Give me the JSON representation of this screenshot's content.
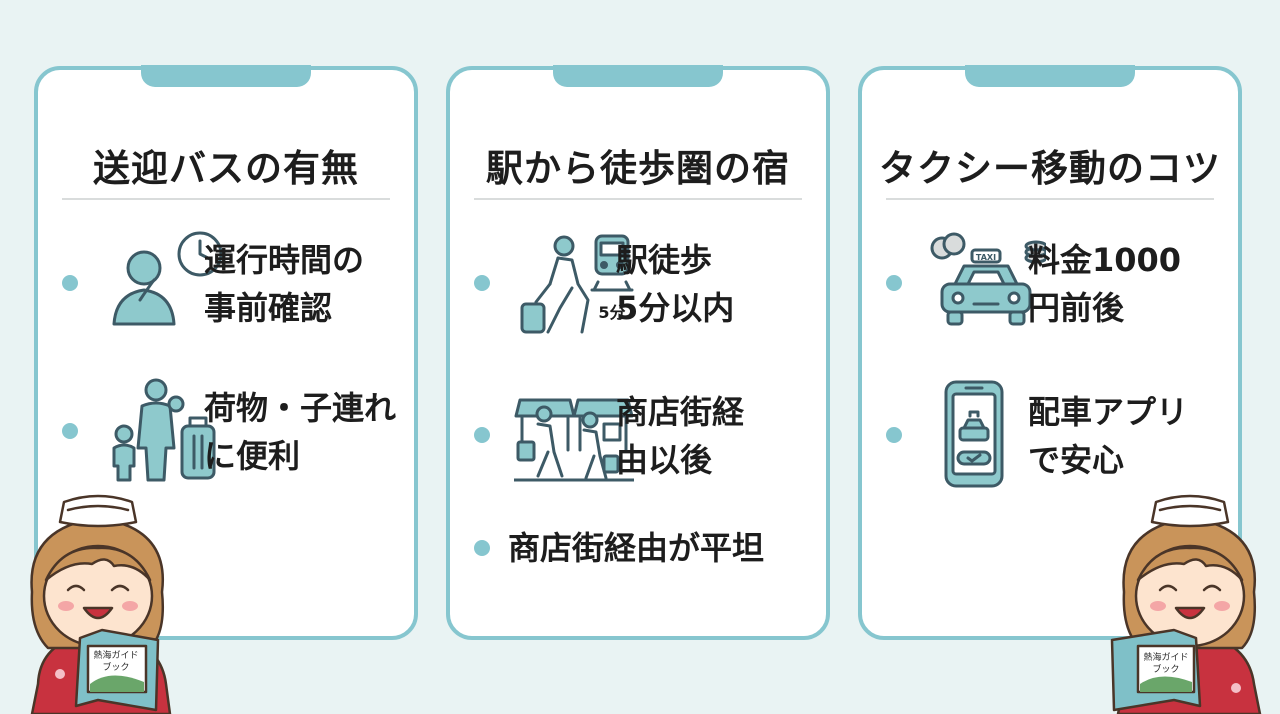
{
  "cards": [
    {
      "title": "送迎バスの有無",
      "items": [
        {
          "icon": "person-clock-icon",
          "line1": "運行時間の",
          "line2": "事前確認"
        },
        {
          "icon": "family-luggage-icon",
          "line1": "荷物・子連れ",
          "line2": "に便利"
        }
      ]
    },
    {
      "title": "駅から徒歩圏の宿",
      "items": [
        {
          "icon": "walk-to-train-icon",
          "icon_label": "5分",
          "line1": "駅徒歩",
          "line2": "5分以内"
        },
        {
          "icon": "shopping-street-icon",
          "line1": "商店街経",
          "line2": "由以後"
        }
      ],
      "single": "商店街経由が平坦"
    },
    {
      "title": "タクシー移動のコツ",
      "items": [
        {
          "icon": "taxi-coins-icon",
          "icon_label": "TAXI",
          "line1": "料金1000",
          "line2": "円前後"
        },
        {
          "icon": "taxi-app-phone-icon",
          "line1": "配車アプリ",
          "line2": "で安心"
        }
      ]
    }
  ],
  "mascot": {
    "book_label_1": "熱海ガイド",
    "book_label_2": "ブック"
  },
  "colors": {
    "accent": "#86c6cf",
    "background": "#e9f3f3",
    "icon_stroke": "#3d5a66"
  }
}
